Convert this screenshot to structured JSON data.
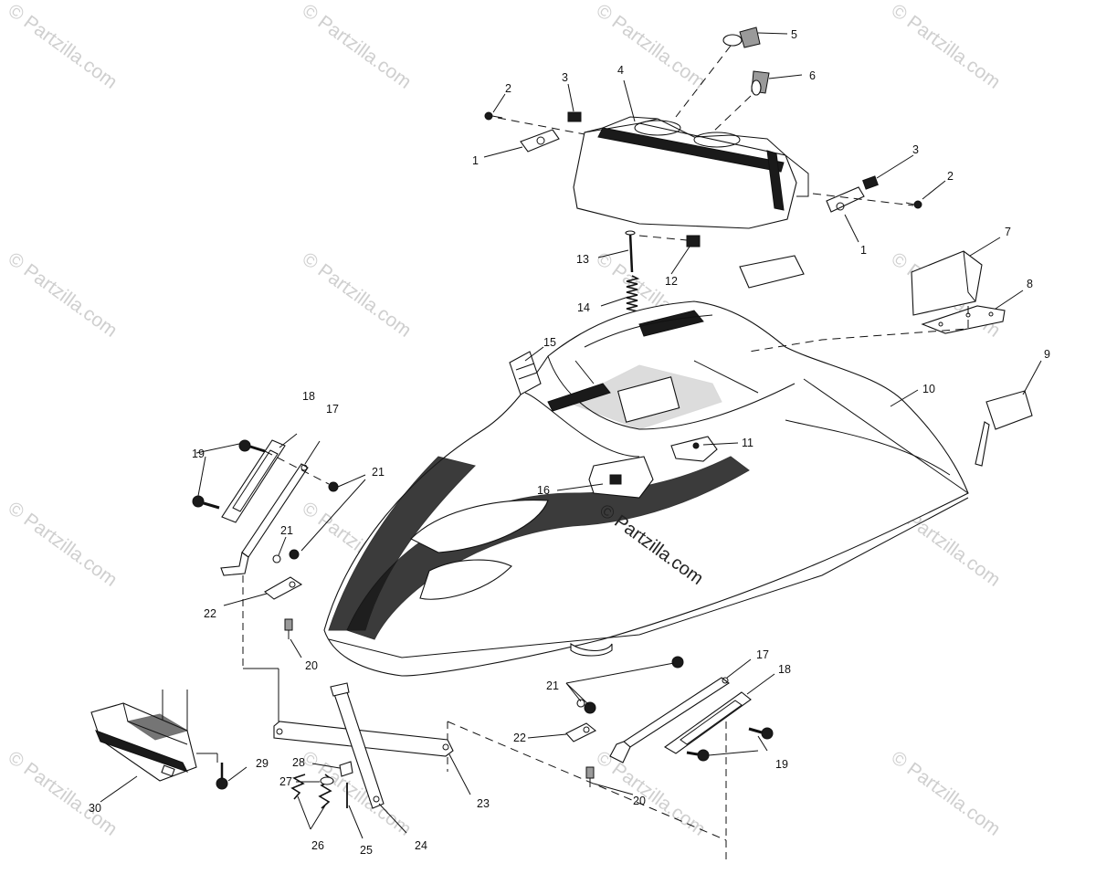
{
  "watermark_text": "© Partzilla.com",
  "center_watermark": "© Partzilla.com",
  "callouts": [
    {
      "id": "c1a",
      "label": "1"
    },
    {
      "id": "c1b",
      "label": "1"
    },
    {
      "id": "c2a",
      "label": "2"
    },
    {
      "id": "c2b",
      "label": "2"
    },
    {
      "id": "c3a",
      "label": "3"
    },
    {
      "id": "c3b",
      "label": "3"
    },
    {
      "id": "c4",
      "label": "4"
    },
    {
      "id": "c5",
      "label": "5"
    },
    {
      "id": "c6",
      "label": "6"
    },
    {
      "id": "c7",
      "label": "7"
    },
    {
      "id": "c8",
      "label": "8"
    },
    {
      "id": "c9",
      "label": "9"
    },
    {
      "id": "c10",
      "label": "10"
    },
    {
      "id": "c11",
      "label": "11"
    },
    {
      "id": "c12",
      "label": "12"
    },
    {
      "id": "c13",
      "label": "13"
    },
    {
      "id": "c14",
      "label": "14"
    },
    {
      "id": "c15",
      "label": "15"
    },
    {
      "id": "c16",
      "label": "16"
    },
    {
      "id": "c17a",
      "label": "17"
    },
    {
      "id": "c17b",
      "label": "17"
    },
    {
      "id": "c18a",
      "label": "18"
    },
    {
      "id": "c18b",
      "label": "18"
    },
    {
      "id": "c19a",
      "label": "19"
    },
    {
      "id": "c19b",
      "label": "19"
    },
    {
      "id": "c20a",
      "label": "20"
    },
    {
      "id": "c20b",
      "label": "20"
    },
    {
      "id": "c21a",
      "label": "21"
    },
    {
      "id": "c21b",
      "label": "21"
    },
    {
      "id": "c21c",
      "label": "21"
    },
    {
      "id": "c22a",
      "label": "22"
    },
    {
      "id": "c22b",
      "label": "22"
    },
    {
      "id": "c23",
      "label": "23"
    },
    {
      "id": "c24",
      "label": "24"
    },
    {
      "id": "c25",
      "label": "25"
    },
    {
      "id": "c26",
      "label": "26"
    },
    {
      "id": "c27",
      "label": "27"
    },
    {
      "id": "c28",
      "label": "28"
    },
    {
      "id": "c29",
      "label": "29"
    },
    {
      "id": "c30",
      "label": "30"
    }
  ]
}
